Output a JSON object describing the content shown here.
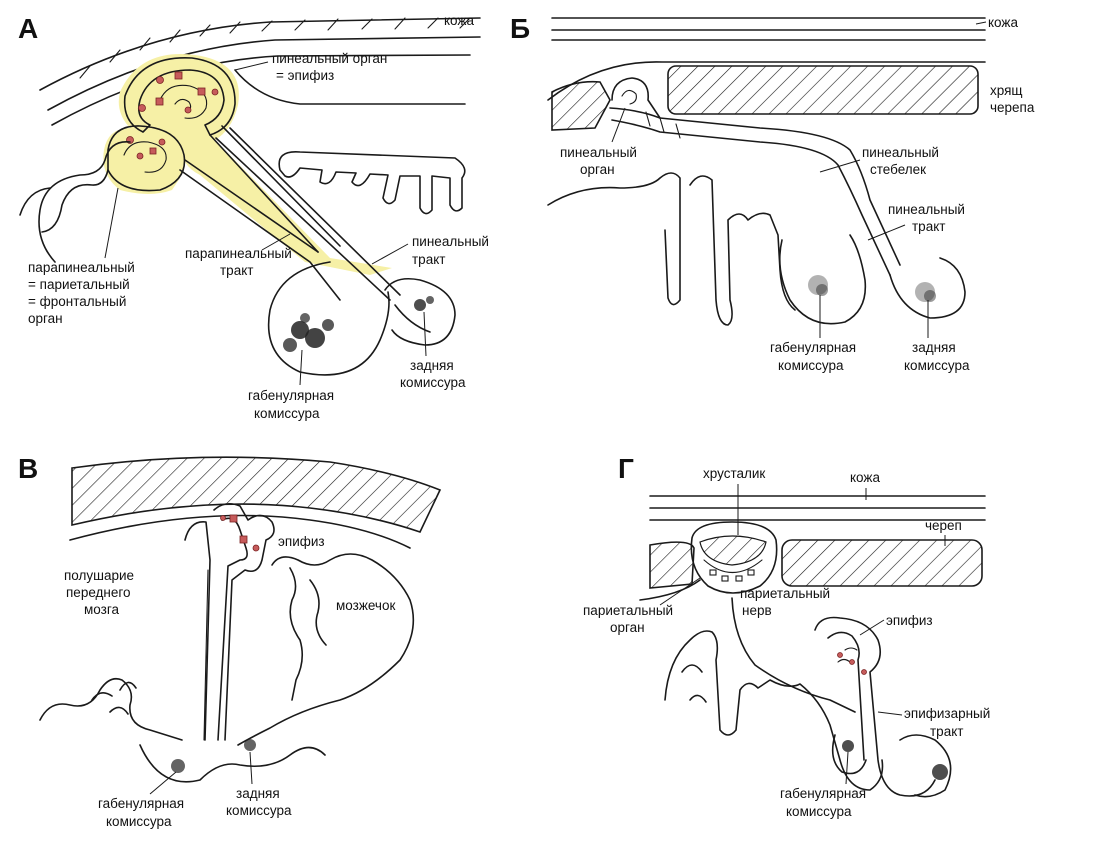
{
  "panels": {
    "a": {
      "letter": "А",
      "labels": {
        "skin": "кожа",
        "pineal_organ_1": "пинеальный орган",
        "pineal_organ_2": "= эпифиз",
        "parapineal_1": "парапинеальный",
        "parapineal_2": "= париетальный",
        "parapineal_3": "= фронтальный",
        "parapineal_4": "орган",
        "parapineal_tract_1": "парапинеальный",
        "parapineal_tract_2": "тракт",
        "pineal_tract_1": "пинеальный",
        "pineal_tract_2": "тракт",
        "habenular_1": "габенулярная",
        "habenular_2": "комиссура",
        "posterior_1": "задняя",
        "posterior_2": "комиссура"
      }
    },
    "b": {
      "letter": "Б",
      "labels": {
        "skin": "кожа",
        "cartilage_1": "хрящ",
        "cartilage_2": "черепа",
        "pineal_organ_1": "пинеальный",
        "pineal_organ_2": "орган",
        "pineal_stalk_1": "пинеальный",
        "pineal_stalk_2": "стебелек",
        "pineal_tract_1": "пинеальный",
        "pineal_tract_2": "тракт",
        "habenular_1": "габенулярная",
        "habenular_2": "комиссура",
        "posterior_1": "задняя",
        "posterior_2": "комиссура"
      }
    },
    "c": {
      "letter": "В",
      "labels": {
        "hemisphere_1": "полушарие",
        "hemisphere_2": "переднего",
        "hemisphere_3": "мозга",
        "epiphysis": "эпифиз",
        "cerebellum": "мозжечок",
        "habenular_1": "габенулярная",
        "habenular_2": "комиссура",
        "posterior_1": "задняя",
        "posterior_2": "комиссура"
      }
    },
    "d": {
      "letter": "Г",
      "labels": {
        "lens": "хрусталик",
        "skin": "кожа",
        "skull": "череп",
        "parietal_organ_1": "париетальный",
        "parietal_organ_2": "орган",
        "parietal_nerve_1": "париетальный",
        "parietal_nerve_2": "нерв",
        "epiphysis": "эпифиз",
        "epiphyseal_tract_1": "эпифизарный",
        "epiphyseal_tract_2": "тракт",
        "habenular_1": "габенулярная",
        "habenular_2": "комиссура"
      }
    }
  },
  "colors": {
    "highlight": "#f6f0a6",
    "photoreceptor_cell": "#c65b5b"
  }
}
